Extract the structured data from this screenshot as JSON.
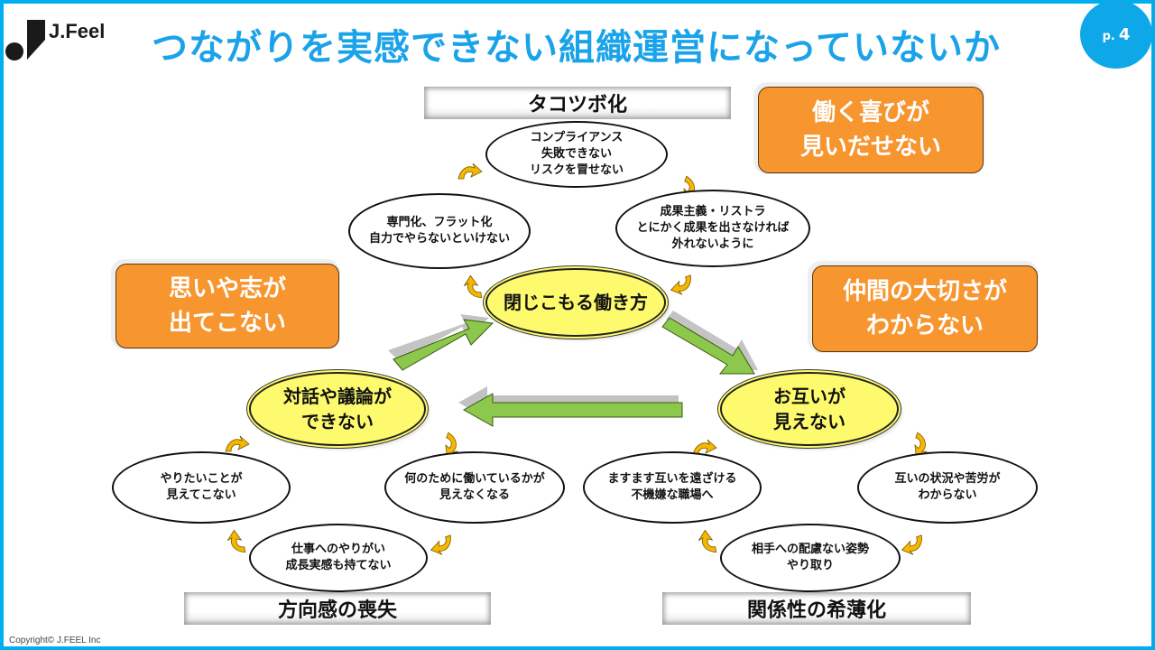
{
  "header": {
    "logo_text": "J.Feel",
    "title": "つながりを実感できない組織運営になっていないか",
    "page_prefix": "p.",
    "page_number": "4"
  },
  "colors": {
    "accent_blue": "#00aeef",
    "core_yellow": "#fdfa6e",
    "callout_orange": "#f7952f",
    "arrow_green": "#8cc84b",
    "cycle_arrow_gold": "#f5b700"
  },
  "banners": {
    "top": "タコツボ化",
    "bottom_left": "方向感の喪失",
    "bottom_right": "関係性の希薄化"
  },
  "cores": {
    "top": "閉じこもる働き方",
    "left": "対話や議論が\nできない",
    "right": "お互いが\n見えない"
  },
  "cycles": {
    "top": [
      "コンプライアンス\n失敗できない\nリスクを冒せない",
      "成果主義・リストラ\nとにかく成果を出さなければ\n外れないように",
      "専門化、フラット化\n自力でやらないといけない"
    ],
    "left": [
      "何のために働いているかが\n見えなくなる",
      "仕事へのやりがい\n成長実感も持てない",
      "やりたいことが\n見えてこない"
    ],
    "right": [
      "互いの状況や苦労が\nわからない",
      "相手への配慮ない姿勢\nやり取り",
      "ますます互いを遠ざける\n不機嫌な職場へ"
    ]
  },
  "callouts": {
    "top_right": "働く喜びが\n見いだせない",
    "middle_right": "仲間の大切さが\nわからない",
    "left": "思いや志が\n出てこない"
  },
  "footer": {
    "copyright": "Copyright©  J.FEEL Inc"
  }
}
